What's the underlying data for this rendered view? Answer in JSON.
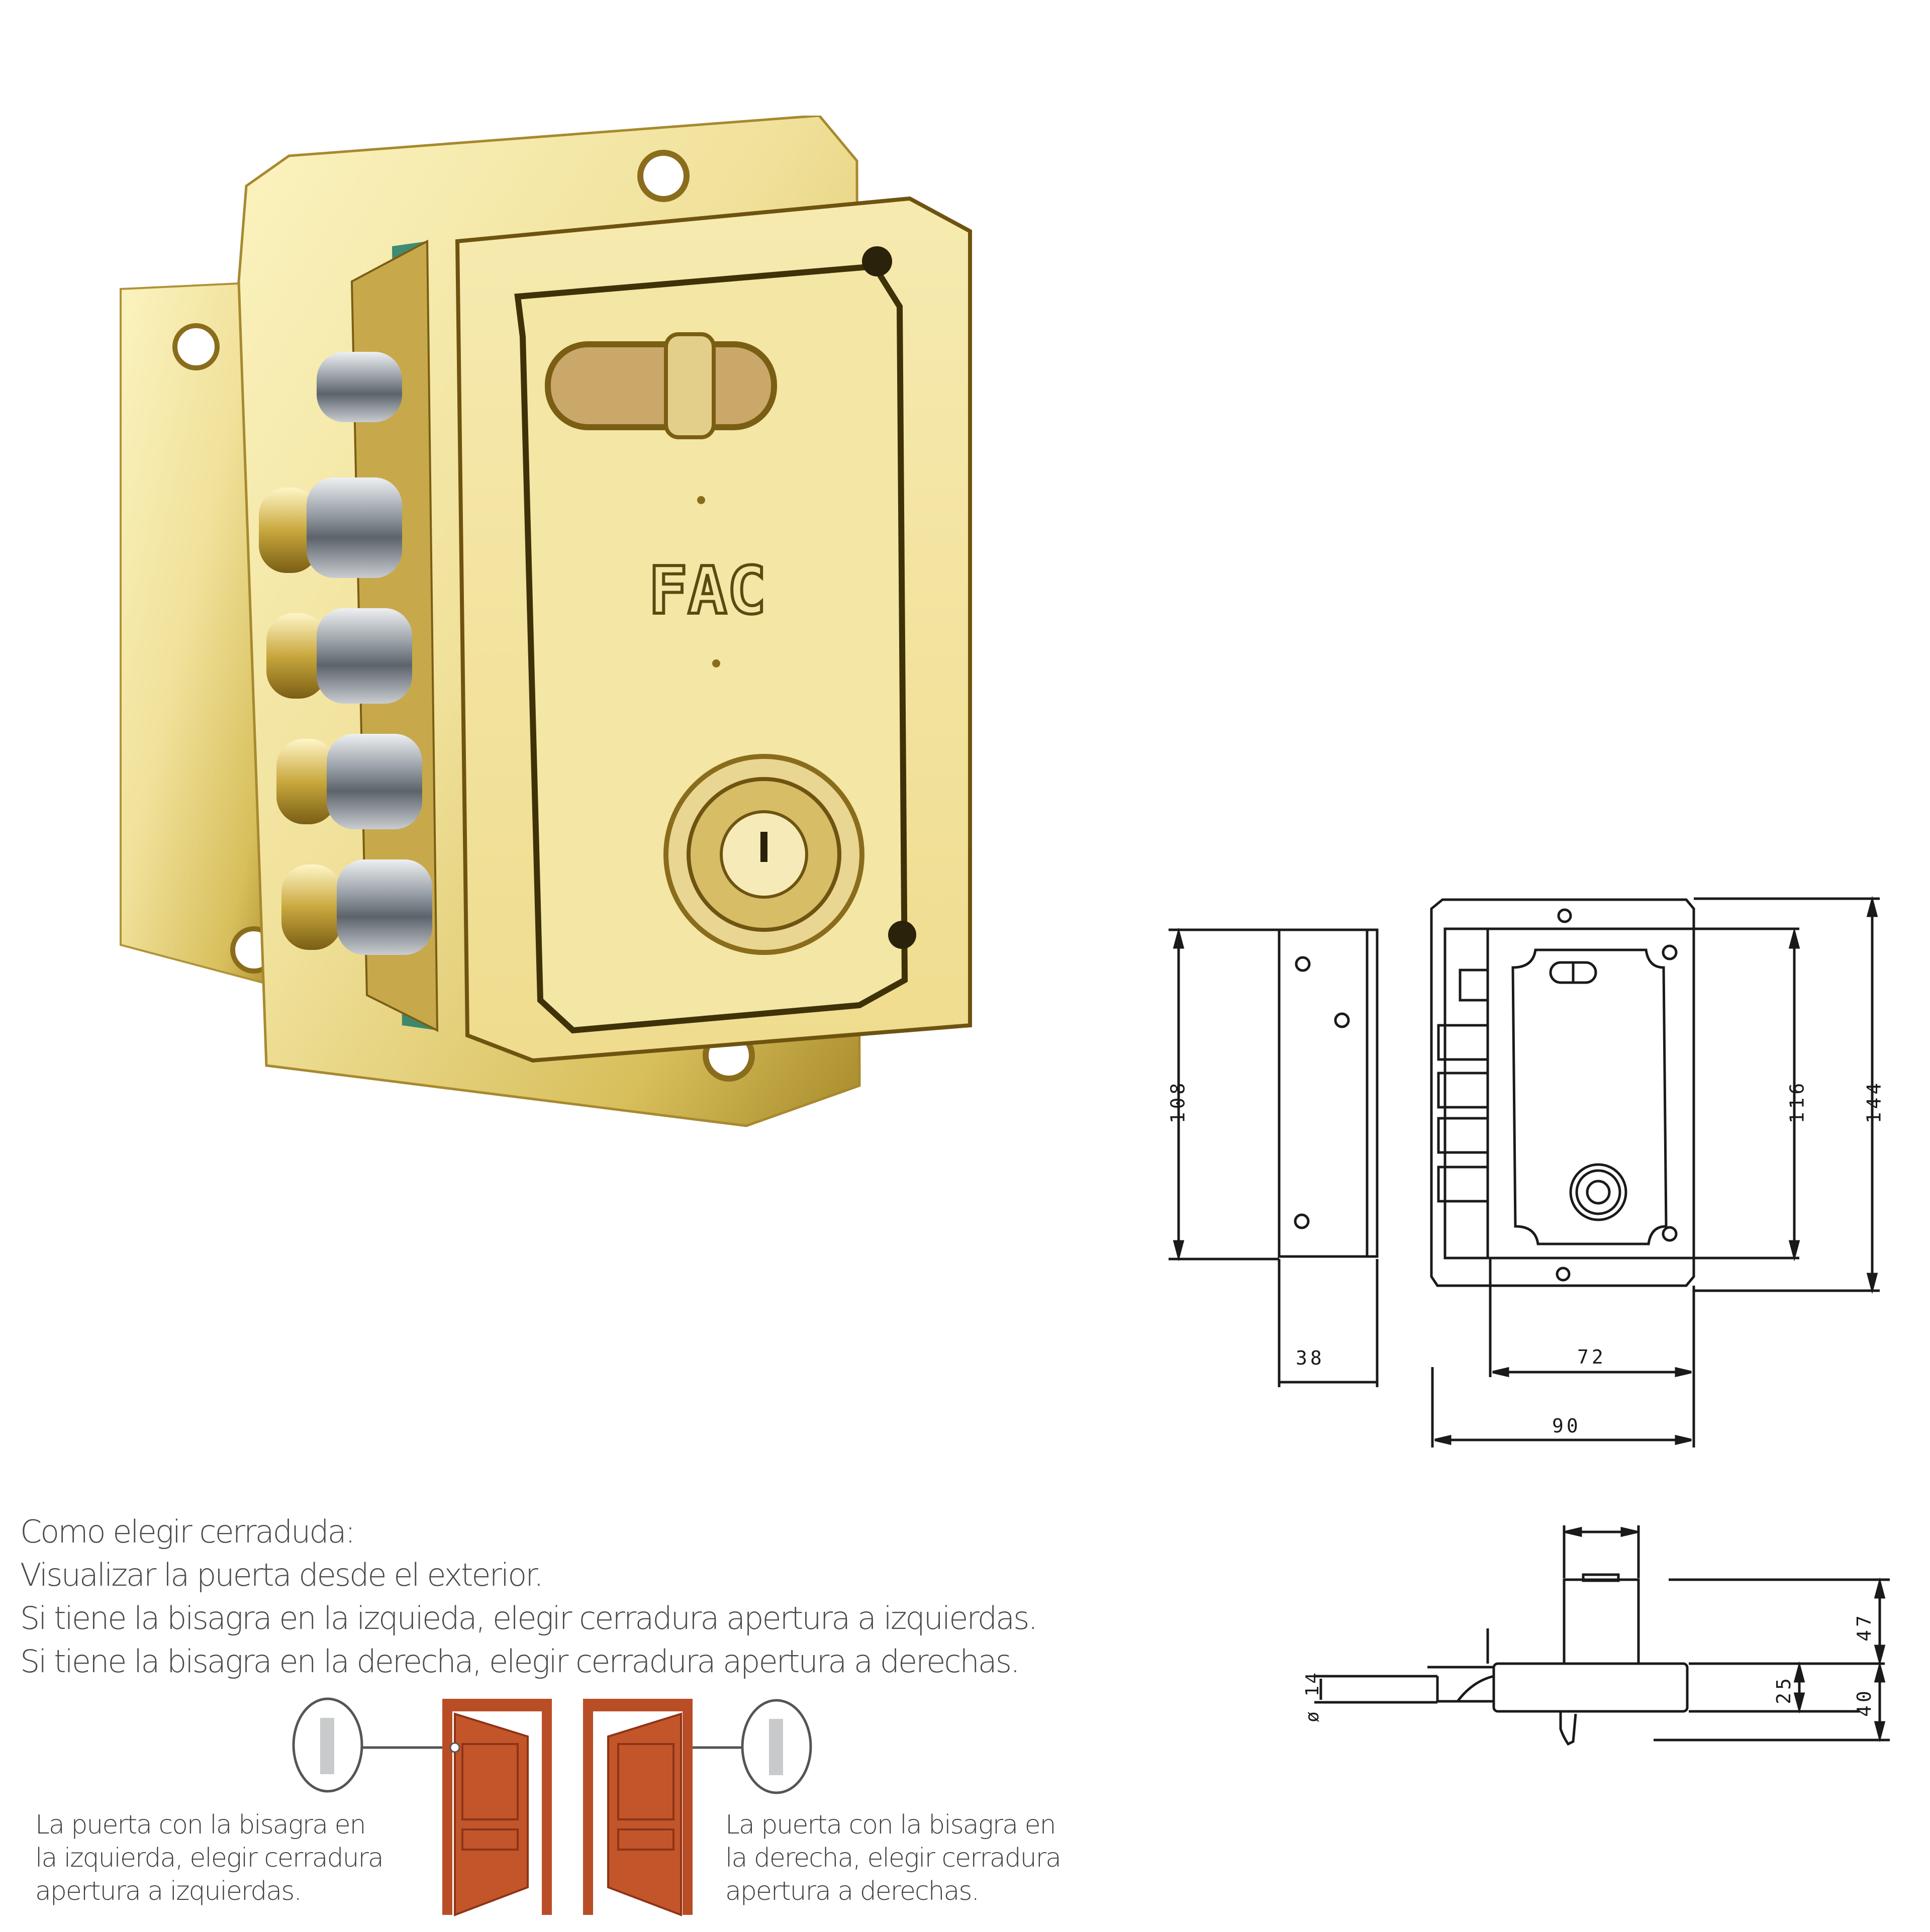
{
  "product": {
    "brand_logo": "FAC",
    "photo_colors": {
      "brass_light": "#f3e8a8",
      "brass_mid": "#d9c36a",
      "brass_dark": "#8a6d1c",
      "chrome": "#b9bec4",
      "teal_shadow": "#1e7a6a"
    }
  },
  "front_drawing": {
    "dimensions": {
      "height_bracket": "108",
      "depth_bracket": "38",
      "inner_height": "116",
      "outer_height": "144",
      "inner_width": "72",
      "outer_width": "90"
    }
  },
  "side_drawing": {
    "dimensions": {
      "cylinder_projection": "47",
      "body_depth": "25",
      "total_depth": "40",
      "bolt_diameter": "ø 14"
    }
  },
  "instructions": {
    "title": "Como elegir cerraduda:",
    "lines": [
      "Visualizar la puerta desde el exterior.",
      "Si tiene la bisagra en la izquieda, elegir cerradura apertura a izquierdas.",
      "Si tiene la bisagra en la derecha, elegir cerradura apertura a derechas."
    ]
  },
  "doors": {
    "left": {
      "caption": [
        "La puerta con la bisagra en",
        "la izquierda, elegir cerradura",
        "apertura a izquierdas."
      ]
    },
    "right": {
      "caption": [
        "La puerta con la bisagra en",
        "la derecha, elegir cerradura",
        "apertura a derechas."
      ]
    },
    "colors": {
      "wood": "#c2552a",
      "wood_dark": "#8e3416",
      "hinge": "#c8cacc",
      "callout": "#555555"
    }
  }
}
